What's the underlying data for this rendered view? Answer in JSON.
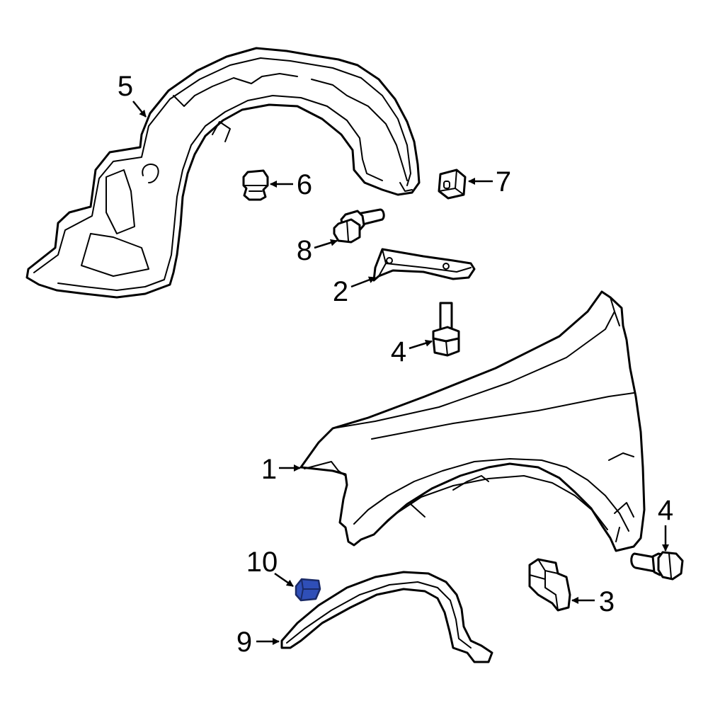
{
  "callouts": {
    "c1": "1",
    "c2": "2",
    "c3": "3",
    "c4a": "4",
    "c4b": "4",
    "c5": "5",
    "c6": "6",
    "c7": "7",
    "c8": "8",
    "c9": "9",
    "c10": "10"
  },
  "highlight": {
    "part": "10",
    "color": "#2f4fb8"
  },
  "line_color": "#000000",
  "background": "#ffffff"
}
